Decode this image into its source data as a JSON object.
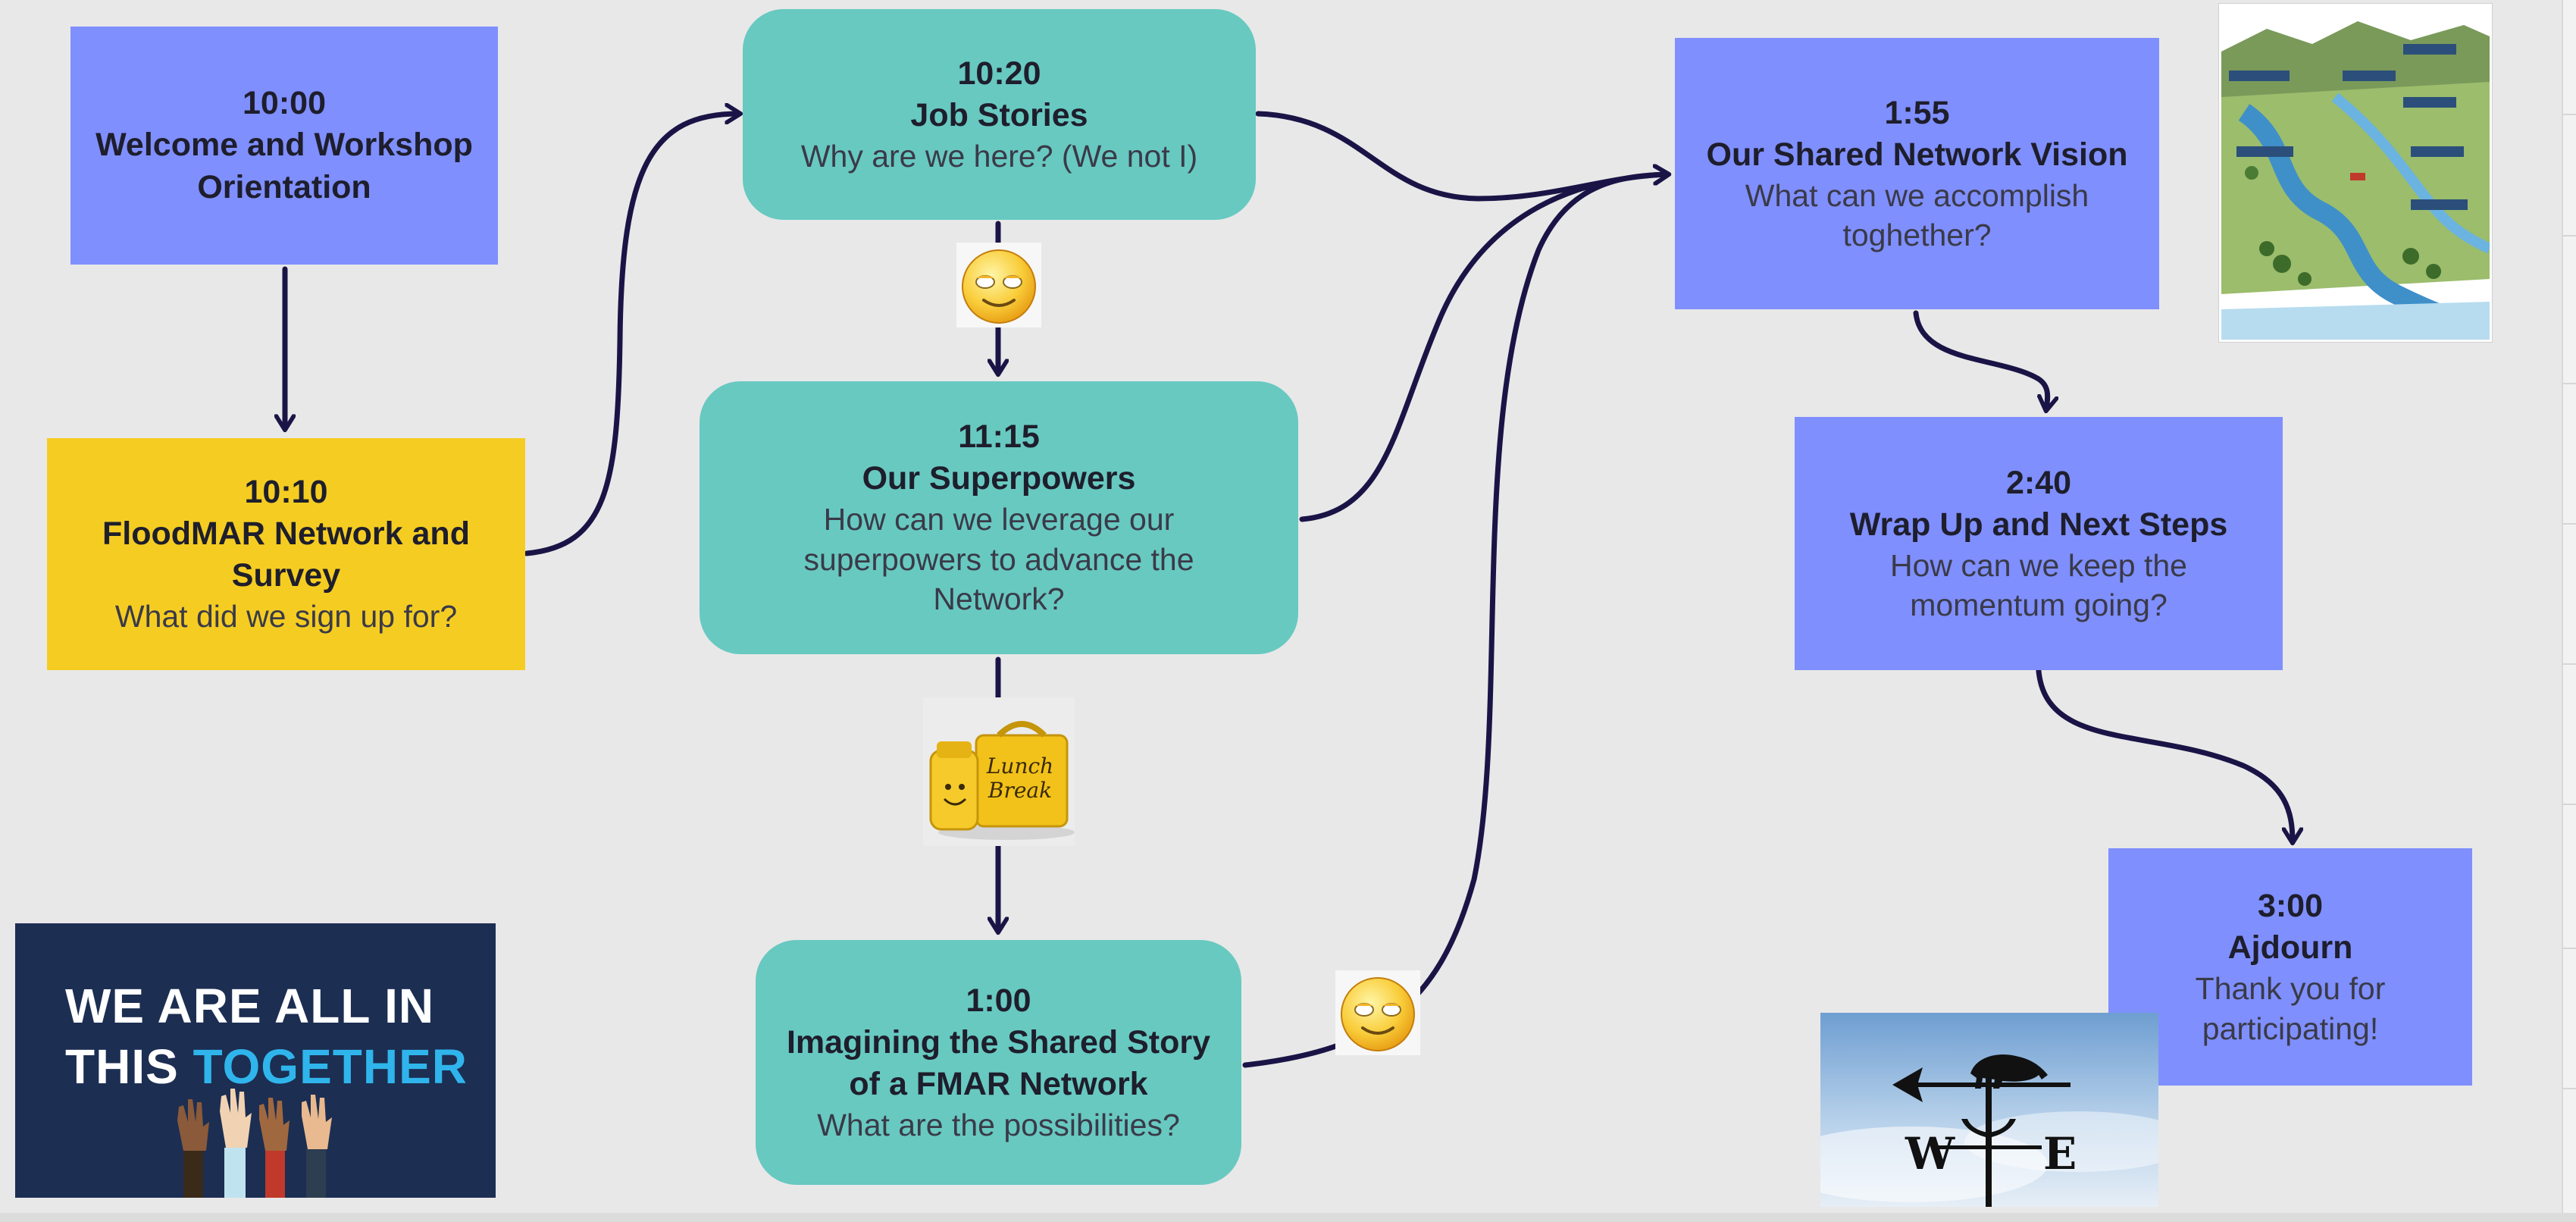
{
  "nodes": {
    "welcome": {
      "time": "10:00",
      "title_line1": "Welcome and Workshop",
      "title_line2": "Orientation"
    },
    "floodmar": {
      "time": "10:10",
      "title_line1": "FloodMAR Network and",
      "title_line2": "Survey",
      "subtitle": "What did we sign up for?"
    },
    "job_stories": {
      "time": "10:20",
      "title": "Job Stories",
      "subtitle": "Why are we here? (We not I)"
    },
    "superpowers": {
      "time": "11:15",
      "title": "Our Superpowers",
      "subtitle_line1": "How can we leverage our",
      "subtitle_line2": "superpowers to advance the",
      "subtitle_line3": "Network?"
    },
    "shared_story": {
      "time": "1:00",
      "title_line1": "Imagining the Shared Story",
      "title_line2": "of a FMAR Network",
      "subtitle": "What are the possibilities?"
    },
    "vision": {
      "time": "1:55",
      "title": "Our Shared Network Vision",
      "subtitle_line1": "What can we accomplish",
      "subtitle_line2": "toghether?"
    },
    "wrapup": {
      "time": "2:40",
      "title": "Wrap Up and Next Steps",
      "subtitle_line1": "How can we keep the",
      "subtitle_line2": "momentum going?"
    },
    "adjourn": {
      "time": "3:00",
      "title": "Ajdourn",
      "subtitle_line1": "Thank you for",
      "subtitle_line2": "participating!"
    }
  },
  "images": {
    "lunch_sign_line1": "Lunch",
    "lunch_sign_line2": "Break",
    "poster_line1": "WE ARE ALL IN",
    "poster_line2_white": "THIS ",
    "poster_line2_accent": "TOGETHER",
    "weathervane_w": "W",
    "weathervane_e": "E"
  },
  "colors": {
    "box_blue": "#7f8ffe",
    "box_teal": "#68c9c1",
    "box_yellow": "#f5cd22",
    "connector": "#1a1446",
    "background": "#e8e8e8"
  },
  "icons": [
    "smiley-icon",
    "arrow-head-icon"
  ]
}
